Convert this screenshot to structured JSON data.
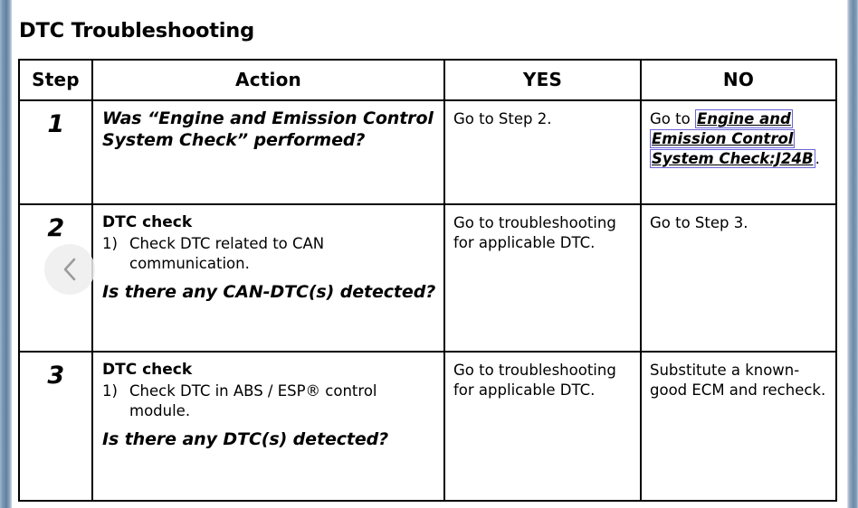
{
  "page": {
    "title": "DTC Troubleshooting",
    "link_border_color": "#6a64d8",
    "edge_strip_color": "#6e8aa8"
  },
  "nav": {
    "back_button_icon": "chevron-left-icon",
    "back_button_label": "‹"
  },
  "table": {
    "columns": [
      "Step",
      "Action",
      "YES",
      "NO"
    ],
    "rows": [
      {
        "step": "1",
        "action": {
          "question": "Was “Engine and Emission Control System Check” performed?"
        },
        "yes": "Go to Step 2.",
        "no": {
          "prefix": "Go to ",
          "link": "Engine and Emission Control System Check:J24B",
          "suffix": "."
        }
      },
      {
        "step": "2",
        "action": {
          "heading": "DTC check",
          "item_number": "1)",
          "item_text": "Check DTC related to CAN communication.",
          "question": "Is there any CAN-DTC(s) detected?"
        },
        "yes": "Go to troubleshooting for applicable DTC.",
        "no": {
          "prefix": "Go to Step 3.",
          "link": "",
          "suffix": ""
        }
      },
      {
        "step": "3",
        "action": {
          "heading": "DTC check",
          "item_number": "1)",
          "item_text": "Check DTC in ABS / ESP® control module.",
          "question": "Is there any DTC(s) detected?"
        },
        "yes": "Go to troubleshooting for applicable DTC.",
        "no": {
          "prefix": "Substitute a known-good ECM and recheck.",
          "link": "",
          "suffix": ""
        }
      }
    ]
  }
}
